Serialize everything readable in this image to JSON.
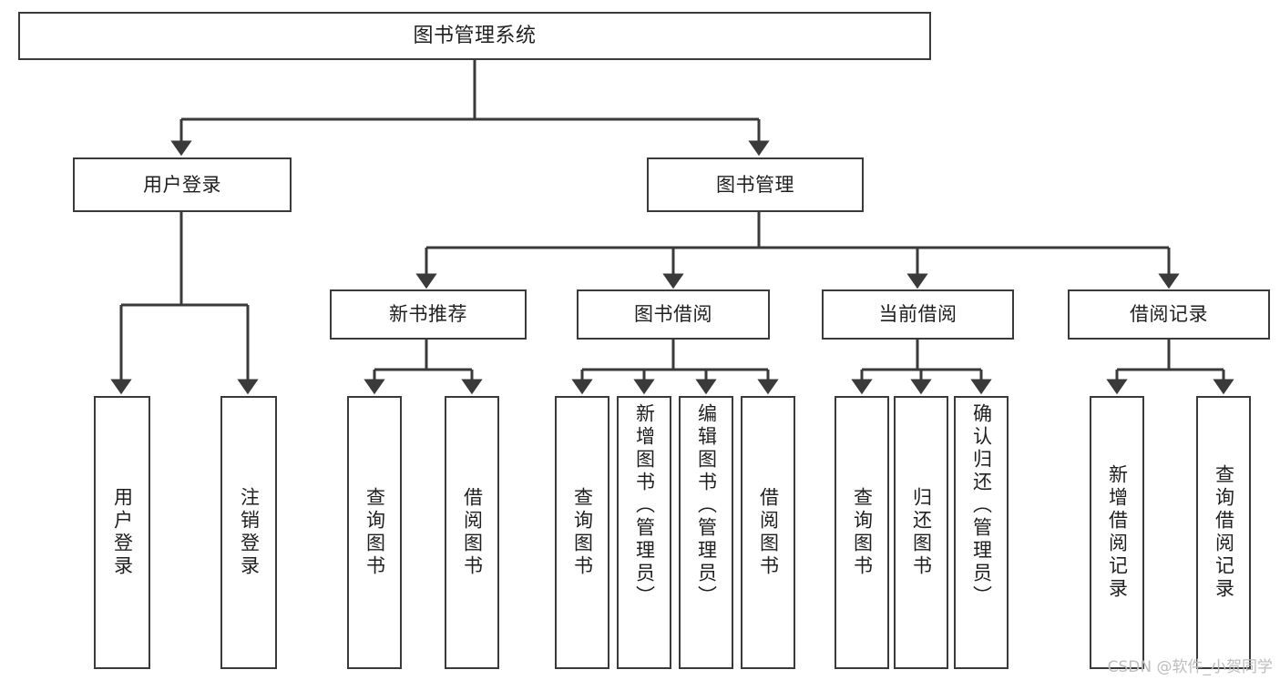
{
  "diagram": {
    "title": "图书管理系统",
    "type": "tree-hierarchy-chart",
    "watermark": "CSDN @软件_小贺同学",
    "colors": {
      "stroke": "#3a3a3a",
      "fill": "#ffffff",
      "text": "#1f1f1f",
      "watermark": "#bdbdbd"
    },
    "nodes": {
      "root": {
        "label": "图书管理系统"
      },
      "level2": [
        {
          "id": "user-login",
          "label": "用户登录"
        },
        {
          "id": "book-manage",
          "label": "图书管理"
        }
      ],
      "level3": [
        {
          "id": "new-book-recommend",
          "label": "新书推荐"
        },
        {
          "id": "book-borrow",
          "label": "图书借阅"
        },
        {
          "id": "current-borrow",
          "label": "当前借阅"
        },
        {
          "id": "borrow-record",
          "label": "借阅记录"
        }
      ],
      "leaves": {
        "user_login": [
          {
            "id": "leaf-user-login",
            "label": "用户登录"
          },
          {
            "id": "leaf-logout-login",
            "label": "注销登录"
          }
        ],
        "new_book_recommend": [
          {
            "id": "leaf-query-book-1",
            "label": "查询图书"
          },
          {
            "id": "leaf-borrow-book-1",
            "label": "借阅图书"
          }
        ],
        "book_borrow": [
          {
            "id": "leaf-query-book-2",
            "label": "查询图书"
          },
          {
            "id": "leaf-add-book",
            "label": "新增图书（管理员）"
          },
          {
            "id": "leaf-edit-book",
            "label": "编辑图书（管理员）"
          },
          {
            "id": "leaf-borrow-book-2",
            "label": "借阅图书"
          }
        ],
        "current_borrow": [
          {
            "id": "leaf-query-book-3",
            "label": "查询图书"
          },
          {
            "id": "leaf-return-book",
            "label": "归还图书"
          },
          {
            "id": "leaf-confirm-return",
            "label": "确认归还（管理员）"
          }
        ],
        "borrow_record": [
          {
            "id": "leaf-add-borrow-record",
            "label": "新增借阅记录"
          },
          {
            "id": "leaf-query-borrow-record",
            "label": "查询借阅记录"
          }
        ]
      }
    }
  }
}
